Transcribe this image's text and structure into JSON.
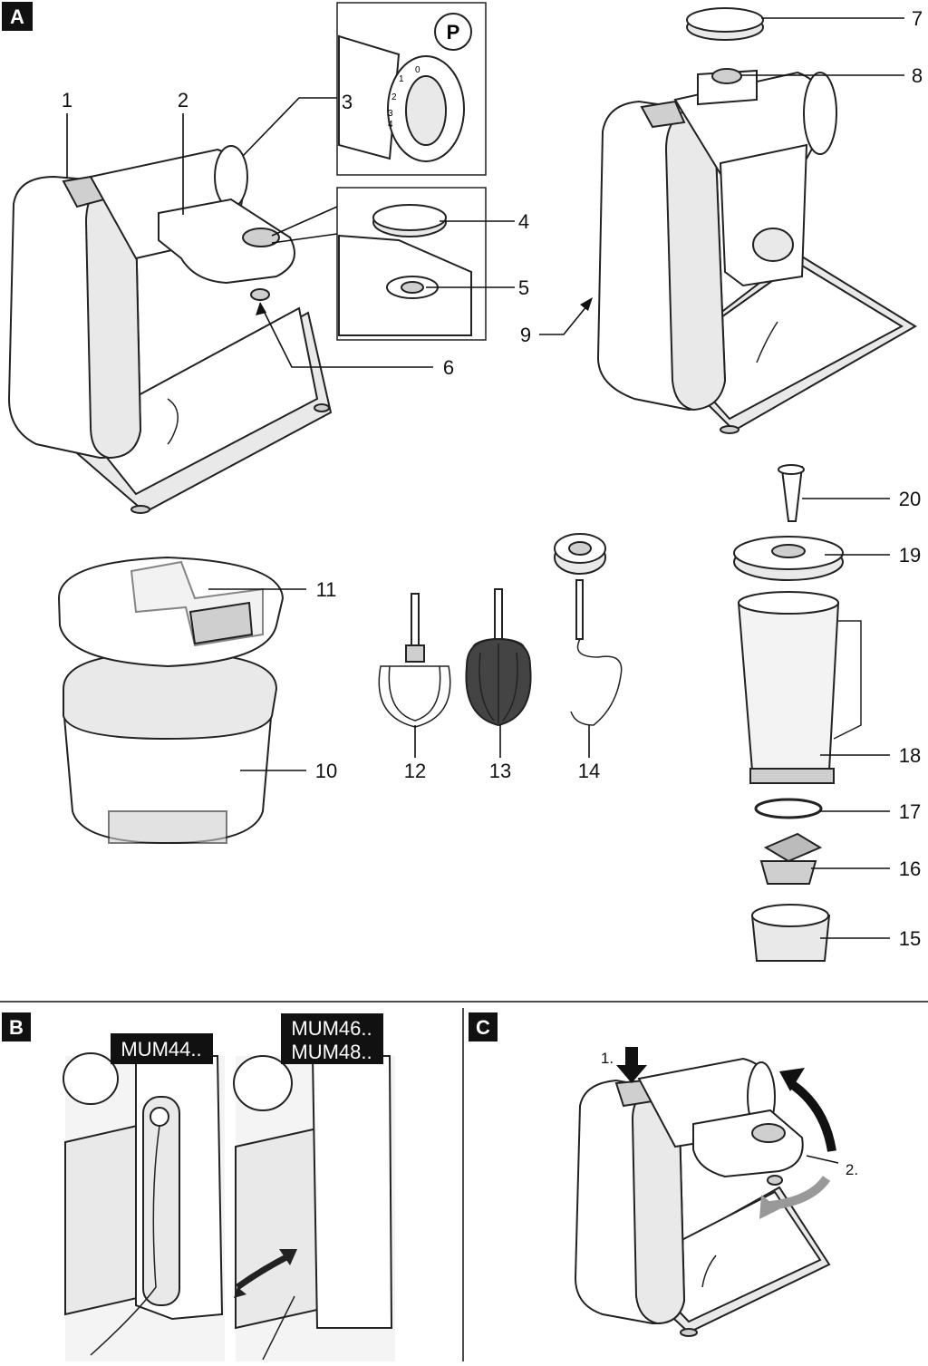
{
  "panels": [
    {
      "id": "A",
      "letter": "A"
    },
    {
      "id": "B",
      "letter": "B"
    },
    {
      "id": "C",
      "letter": "C"
    }
  ],
  "callouts": [
    "1",
    "2",
    "3",
    "4",
    "5",
    "6",
    "7",
    "8",
    "9",
    "10",
    "11",
    "12",
    "13",
    "14",
    "15",
    "16",
    "17",
    "18",
    "19",
    "20"
  ],
  "dial_marks": [
    "0",
    "1",
    "2",
    "3",
    "4"
  ],
  "dial_symbol": "P",
  "models": {
    "left": "MUM44..",
    "right_line1": "MUM46..",
    "right_line2": "MUM48.."
  },
  "steps": {
    "step1": "1.",
    "step2": "2."
  }
}
